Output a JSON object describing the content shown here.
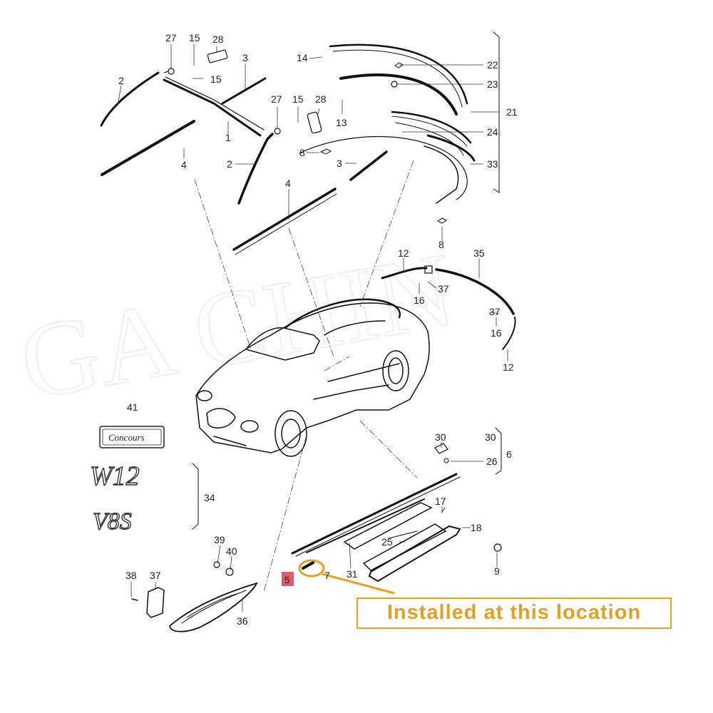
{
  "callout": {
    "text": "Installed at this location",
    "color": "#e6a020",
    "highlight_part": "5",
    "highlight_color": "#e05a66"
  },
  "watermark": {
    "text": "GA CHIN"
  },
  "badges": {
    "concours": "Concours",
    "w12": "W12",
    "v8s": "V8S"
  },
  "labels": {
    "p27a": "27",
    "p15a": "15",
    "p28a": "28",
    "p3a": "3",
    "p14": "14",
    "p22": "22",
    "p2a": "2",
    "p15b": "15",
    "p23": "23",
    "p27b": "27",
    "p15c": "15",
    "p28b": "28",
    "p13": "13",
    "p21": "21",
    "p1": "1",
    "p24": "24",
    "p8a": "8",
    "p4a": "4",
    "p2b": "2",
    "p3b": "3",
    "p33": "33",
    "p4b": "4",
    "p8b": "8",
    "p12a": "12",
    "p35": "35",
    "p37a": "37",
    "p16a": "16",
    "p37b": "37",
    "p16b": "16",
    "p12b": "12",
    "p41": "41",
    "p30a": "30",
    "p30b": "30",
    "p26": "26",
    "p6": "6",
    "p34": "34",
    "p17": "17",
    "p18": "18",
    "p39": "39",
    "p40": "40",
    "p25": "25",
    "p9": "9",
    "p38": "38",
    "p37c": "37",
    "p31": "31",
    "p7": "7",
    "p36": "36",
    "p5": "5"
  }
}
